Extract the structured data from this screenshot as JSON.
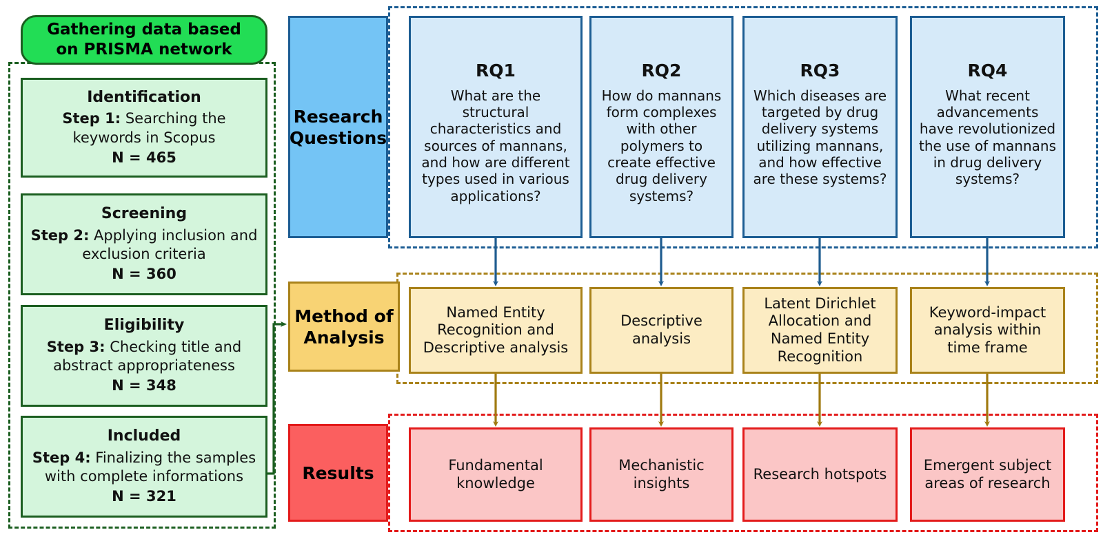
{
  "prisma": {
    "header": "Gathering data based on PRISMA network",
    "header_line1": "Gathering data based",
    "header_line2": "on PRISMA network",
    "steps": [
      {
        "title": "Identification",
        "step_label": "Step 1:",
        "body": "Searching the keywords in Scopus",
        "n": "N = 465"
      },
      {
        "title": "Screening",
        "step_label": "Step 2:",
        "body": "Applying inclusion and exclusion criteria",
        "n": "N = 360"
      },
      {
        "title": "Eligibility",
        "step_label": "Step 3:",
        "body": "Checking title and abstract appropriateness",
        "n": "N = 348"
      },
      {
        "title": "Included",
        "step_label": "Step 4:",
        "body": "Finalizing the samples with complete informations",
        "n": "N = 321"
      }
    ]
  },
  "rows": {
    "research_questions": {
      "label": "Research Questions",
      "label_line1": "Research",
      "label_line2": "Questions",
      "accent": "#1c5d93",
      "fill": "#74c4f5",
      "card_fill": "#d6eaf9",
      "cards": [
        {
          "title": "RQ1",
          "text": "What are the structural characteristics and sources of mannans, and how are different types used in various applications?"
        },
        {
          "title": "RQ2",
          "text": "How do mannans form complexes with other polymers to create effective drug delivery systems?"
        },
        {
          "title": "RQ3",
          "text": "Which diseases are targeted by drug delivery systems utilizing mannans, and how effective are these systems?"
        },
        {
          "title": "RQ4",
          "text": "What recent advancements have revolutionized the use of mannans in drug delivery systems?"
        }
      ]
    },
    "method_of_analysis": {
      "label": "Method of Analysis",
      "label_line1": "Method of",
      "label_line2": "Analysis",
      "accent": "#a9821a",
      "fill": "#f8d374",
      "card_fill": "#fcecc3",
      "cards": [
        {
          "text": "Named Entity Recognition and Descriptive analysis"
        },
        {
          "text": "Descriptive analysis"
        },
        {
          "text": "Latent Dirichlet Allocation and Named Entity Recognition"
        },
        {
          "text": "Keyword-impact analysis within time frame"
        }
      ]
    },
    "results": {
      "label": "Results",
      "accent": "#e31b1b",
      "fill": "#fb5f5f",
      "card_fill": "#fbc6c6",
      "cards": [
        {
          "text": "Fundamental knowledge"
        },
        {
          "text": "Mechanistic insights"
        },
        {
          "text": "Research hotspots"
        },
        {
          "text": "Emergent subject areas of research"
        }
      ]
    }
  },
  "connectors": {
    "rq_to_method_color": "#1f5c8f",
    "method_to_results_color": "#a07a10",
    "prisma_to_method_color": "#1b5e20",
    "icon": "arrow-down-icon"
  }
}
